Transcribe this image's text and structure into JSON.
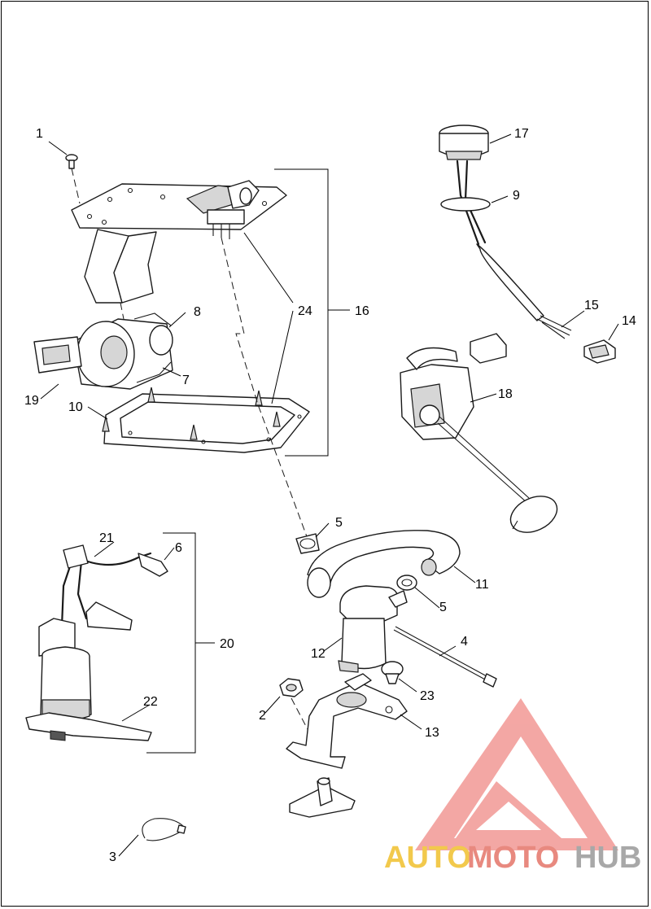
{
  "callouts": [
    {
      "label": "1"
    },
    {
      "label": "2"
    },
    {
      "label": "3"
    },
    {
      "label": "4"
    },
    {
      "label": "5"
    },
    {
      "label": "5"
    },
    {
      "label": "6"
    },
    {
      "label": "7"
    },
    {
      "label": "8"
    },
    {
      "label": "9"
    },
    {
      "label": "10"
    },
    {
      "label": "11"
    },
    {
      "label": "12"
    },
    {
      "label": "13"
    },
    {
      "label": "14"
    },
    {
      "label": "15"
    },
    {
      "label": "16"
    },
    {
      "label": "17"
    },
    {
      "label": "18"
    },
    {
      "label": "19"
    },
    {
      "label": "20"
    },
    {
      "label": "21"
    },
    {
      "label": "22"
    },
    {
      "label": "23"
    },
    {
      "label": "24"
    }
  ],
  "watermark": {
    "auto": "AUTO",
    "moto": "MOTO",
    "hub": "HUB",
    "colors": {
      "auto": "#f2c94c",
      "moto": "#e8897f",
      "hub": "#a8a8a8",
      "logo": "#f08a86"
    }
  }
}
